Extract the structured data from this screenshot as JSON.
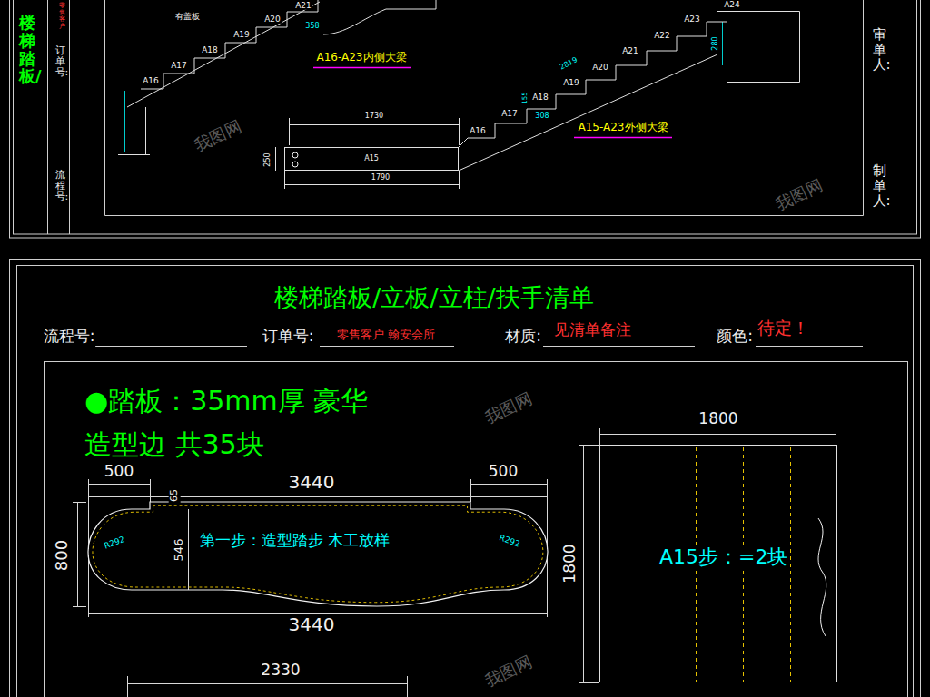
{
  "diagram": {
    "title": "楼梯踏板/立板/立柱/扶手清单",
    "nodes": [
      {
        "text": [
          "第一步：造型踏步 木工放样"
        ]
      },
      {
        "text": [
          "A15步：=2块"
        ]
      },
      {
        "text": [
          "A15"
        ]
      }
    ],
    "labels": [
      "楼梯踏板/",
      "零售客户",
      "订单号:",
      "流程号:",
      "审单人:",
      "制单人:",
      "有盖板",
      "A16",
      "A17",
      "A18",
      "A19",
      "A20",
      "A21",
      "358",
      "A24",
      "A23",
      "A22",
      "A21",
      "A20",
      "A19",
      "A18",
      "A17",
      "A16",
      "2819",
      "308",
      "155",
      "280",
      "A16-A23内侧大梁",
      "A15-A23外侧大梁",
      "1730",
      "1790",
      "250",
      "流程号:",
      "订单号:",
      "零售客户 翰安会所",
      "材质:",
      "见清单备注",
      "颜色:",
      "待定！",
      "●踏板：35mm厚 豪华 造型边 共35块",
      "500",
      "3440",
      "500",
      "65",
      "800",
      "546",
      "R292",
      "R292",
      "3440",
      "1800",
      "1800",
      "2330",
      "我图网",
      "我图网",
      "我图网",
      "我图网"
    ]
  }
}
